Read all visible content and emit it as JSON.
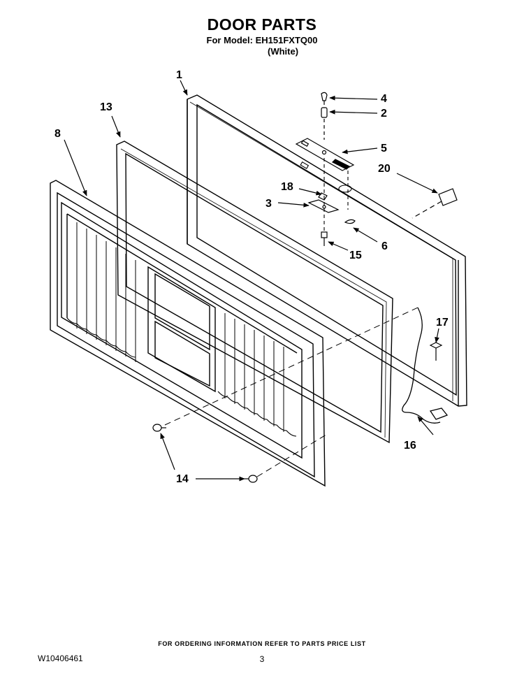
{
  "header": {
    "title": "DOOR PARTS",
    "model_line": "For Model: EH151FXTQ00",
    "color_line": "(White)"
  },
  "callouts": [
    "1",
    "2",
    "3",
    "4",
    "5",
    "6",
    "8",
    "13",
    "14",
    "15",
    "16",
    "17",
    "18",
    "20"
  ],
  "footer": {
    "ordering_note": "FOR ORDERING INFORMATION REFER TO PARTS PRICE LIST",
    "doc_number": "W10406461",
    "page_number": "3"
  }
}
